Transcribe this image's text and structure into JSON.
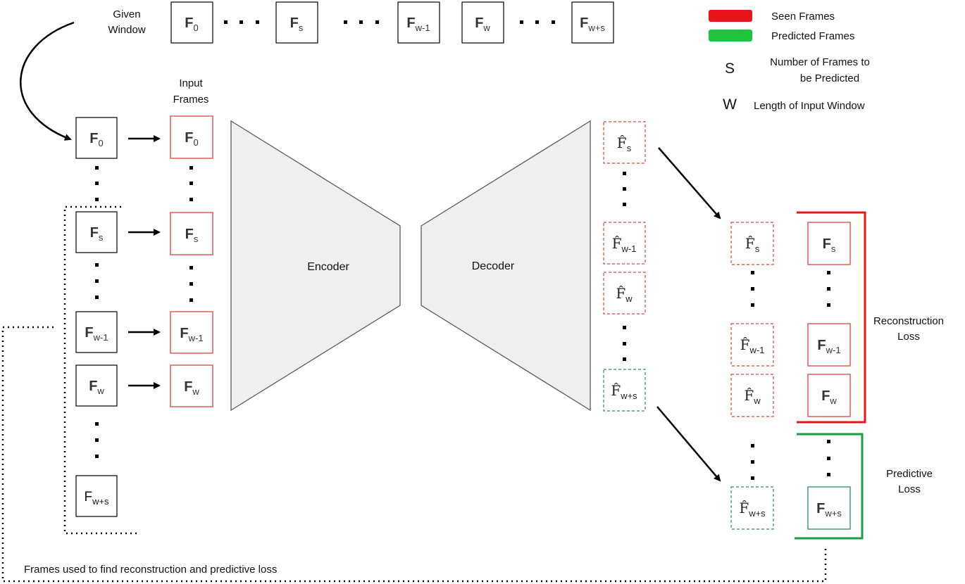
{
  "labels": {
    "given_window": [
      "Given",
      "Window"
    ],
    "input_frames": [
      "Input",
      "Frames"
    ],
    "encoder": "Encoder",
    "decoder": "Decoder",
    "reconstruction_loss": [
      "Reconstruction",
      "Loss"
    ],
    "predictive_loss": [
      "Predictive",
      "Loss"
    ],
    "bottom_caption": "Frames used to find reconstruction and predictive loss"
  },
  "legend": {
    "seen_frames": "Seen Frames",
    "predicted_frames": "Predicted Frames",
    "s_symbol": "S",
    "s_description": [
      "Number of Frames to",
      "be Predicted"
    ],
    "w_symbol": "W",
    "w_description": "Length of Input Window"
  },
  "frame_symbols": {
    "f": "F",
    "f_hat": "F̂"
  },
  "subscripts": {
    "zero": "0",
    "s": "s",
    "w_minus_1": "w-1",
    "w": "w",
    "w_plus_s": "w+s"
  },
  "colors": {
    "seen": "#e8141c",
    "predicted": "#1a9c45",
    "box_red": "#d9443e",
    "box_green": "#2e8b57",
    "trapezoid_fill": "#efefef",
    "trapezoid_stroke": "#5a5a5a"
  }
}
